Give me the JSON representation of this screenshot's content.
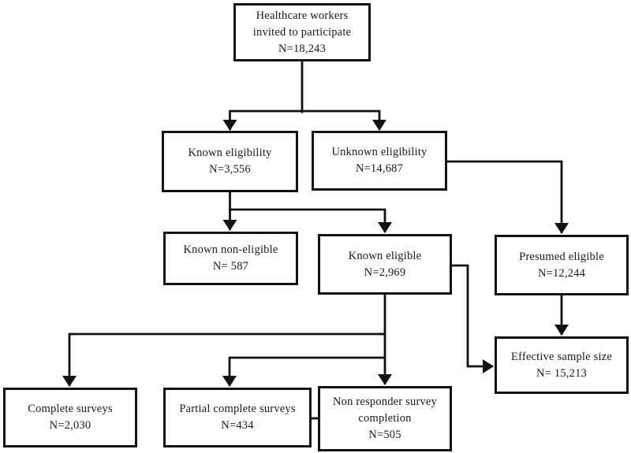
{
  "figure": {
    "type": "participant-flow-diagram",
    "background_color": "#ffffff",
    "line_color": "#121212",
    "text_color": "#1b1b1b"
  },
  "nodes": {
    "invited": {
      "lines": [
        "Healthcare workers",
        "invited to participate",
        "N=18,243"
      ]
    },
    "known_eligibility": {
      "lines": [
        "Known eligibility",
        "N=3,556"
      ]
    },
    "unknown_eligibility": {
      "lines": [
        "Unknown eligibility",
        "N=14,687"
      ]
    },
    "known_non_eligible": {
      "lines": [
        "Known non-eligible",
        "N= 587"
      ]
    },
    "known_eligible": {
      "lines": [
        "Known eligible",
        "N=2,969"
      ]
    },
    "presumed_eligible": {
      "lines": [
        "Presumed eligible",
        "N=12,244"
      ]
    },
    "effective_sample": {
      "lines": [
        "Effective sample size",
        "N= 15,213"
      ]
    },
    "complete_surveys": {
      "lines": [
        "Complete surveys",
        "N=2,030"
      ]
    },
    "partial_complete": {
      "lines": [
        "Partial complete surveys",
        "N=434"
      ]
    },
    "non_responder": {
      "lines": [
        "Non responder survey",
        "completion",
        "N=505"
      ]
    }
  },
  "edges": [
    {
      "from": "invited",
      "to": "known_eligibility",
      "style": "arrow"
    },
    {
      "from": "invited",
      "to": "unknown_eligibility",
      "style": "arrow"
    },
    {
      "from": "known_eligibility",
      "to": "known_non_eligible",
      "style": "arrow"
    },
    {
      "from": "known_eligibility",
      "to": "known_eligible",
      "style": "arrow"
    },
    {
      "from": "unknown_eligibility",
      "to": "presumed_eligible",
      "style": "arrow"
    },
    {
      "from": "presumed_eligible",
      "to": "effective_sample",
      "style": "arrow"
    },
    {
      "from": "known_eligible",
      "to": "effective_sample",
      "style": "arrow"
    },
    {
      "from": "known_eligible",
      "to": "complete_surveys",
      "style": "arrow"
    },
    {
      "from": "known_eligible",
      "to": "partial_complete",
      "style": "arrow"
    },
    {
      "from": "known_eligible",
      "to": "non_responder",
      "style": "arrow"
    },
    {
      "from": "partial_complete",
      "to": "non_responder",
      "style": "plain-line"
    }
  ]
}
